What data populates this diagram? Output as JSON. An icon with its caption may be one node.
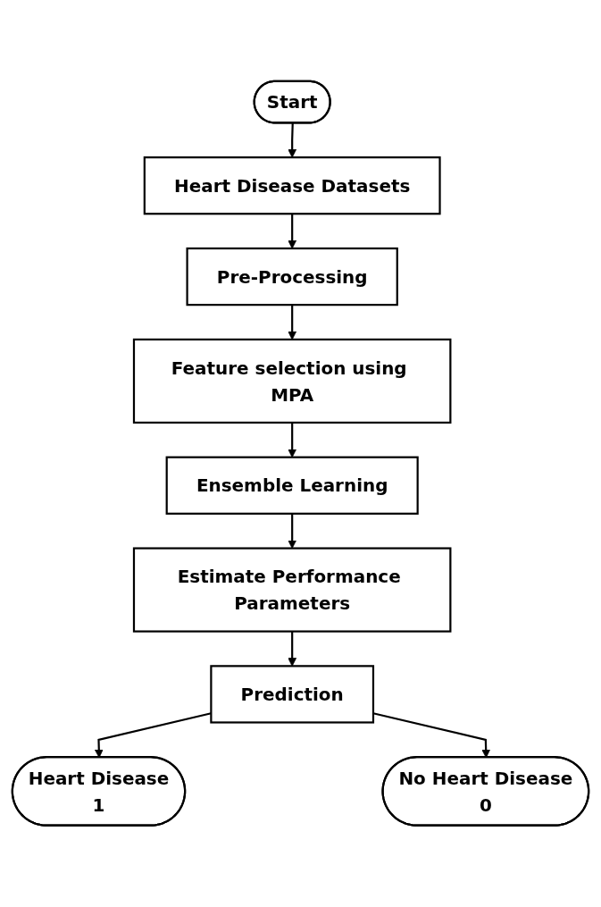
{
  "diagram": {
    "nodes": [
      {
        "text": [
          "Start"
        ]
      },
      {
        "text": [
          "Heart Disease Datasets"
        ]
      },
      {
        "text": [
          "Pre-Processing"
        ]
      },
      {
        "text": [
          "Feature selection using MPA"
        ]
      },
      {
        "text": [
          "Ensemble Learning"
        ]
      },
      {
        "text": [
          "Estimate Performance Parameters"
        ]
      },
      {
        "text": [
          "Prediction"
        ]
      },
      {
        "text": [
          "Heart Disease",
          "1"
        ]
      },
      {
        "text": [
          "No Heart Disease",
          "0"
        ]
      }
    ],
    "edges": [
      {
        "from": 0,
        "to": 1,
        "arrow": "to"
      },
      {
        "from": 1,
        "to": 2,
        "arrow": "to"
      },
      {
        "from": 2,
        "to": 3,
        "arrow": "to"
      },
      {
        "from": 3,
        "to": 4,
        "arrow": "to"
      },
      {
        "from": 4,
        "to": 5,
        "arrow": "to"
      },
      {
        "from": 5,
        "to": 6,
        "arrow": "to"
      },
      {
        "from": 6,
        "to": 7,
        "arrow": "to"
      },
      {
        "from": 6,
        "to": 8,
        "arrow": "to"
      }
    ]
  }
}
